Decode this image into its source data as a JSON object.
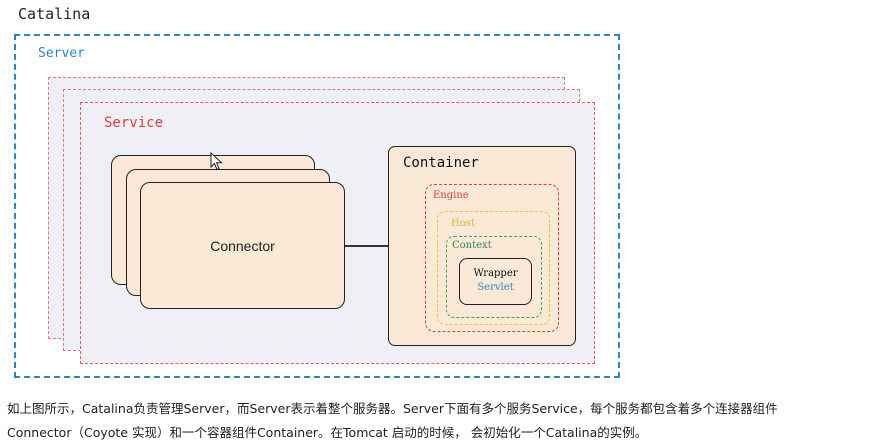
{
  "diagram": {
    "catalina": "Catalina",
    "server": "Server",
    "service": "Service",
    "connector": "Connector",
    "container": "Container",
    "engine": "Engine",
    "host": "Host",
    "context": "Context",
    "wrapper": "Wrapper",
    "servlet": "Servlet"
  },
  "description": {
    "line1": "如上图所示，Catalina负责管理Server，而Server表示着整个服务器。Server下面有多个服务Service，每个服务都包含着多个连接器组件",
    "line2": "Connector（Coyote 实现）和一个容器组件Container。在Tomcat 启动的时候， 会初始化一个Catalina的实例。"
  },
  "colors": {
    "server": "#2e86c1",
    "service": "#e03c3c",
    "engine": "#e03c3c",
    "host": "#f2c230",
    "context": "#3aa35a",
    "servlet": "#2e86c1",
    "box_fill": "#fbe9d7",
    "service_fill": "#eef0f6"
  },
  "icons": {
    "pointer": "mouse-pointer-icon"
  }
}
